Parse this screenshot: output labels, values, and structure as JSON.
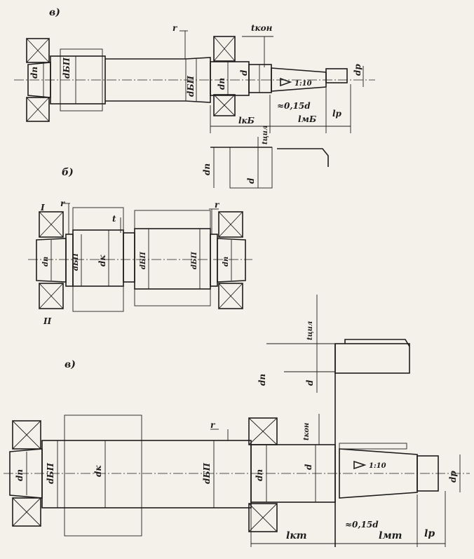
{
  "figure_a": {
    "label": "в)",
    "labels": {
      "r": "r",
      "t_kon": "tкон",
      "d_p_left": "dп",
      "d_bp_left": "dБП",
      "d_bp_mid": "dБП",
      "d_p_right": "dп",
      "d": "d",
      "taper": "1:10",
      "d_r": "dр",
      "l_kb": "lкБ",
      "approx": "≈0,15d",
      "l_mb": "lмБ",
      "l_r": "lр",
      "t_cyl": "tцил",
      "d_sec_p": "dп",
      "d_sec": "d"
    }
  },
  "figure_b": {
    "label": "б)",
    "labels": {
      "roman_1": "I",
      "roman_2": "II",
      "r_left": "r",
      "r_right": "r",
      "t": "t",
      "d_p_left": "dп",
      "d_bp_left": "dБП",
      "d_k": "dк",
      "d_bp_mid": "dБП",
      "d_bp_right": "dБП",
      "d_p_right": "dп"
    }
  },
  "figure_c": {
    "label": "в)",
    "labels": {
      "t_cyl": "tцил",
      "d_sec_p": "dп",
      "d_sec": "d",
      "r": "r",
      "t_kon": "tкон",
      "d_p_left": "dп",
      "d_bp_left": "dБП",
      "d_k": "dк",
      "d_bp_right": "dБП",
      "d_p_right": "dп",
      "d": "d",
      "taper": "1:10",
      "d_r": "dр",
      "l_kt": "lкт",
      "approx": "≈0,15d",
      "l_mt": "lмт",
      "l_r": "lр"
    }
  }
}
